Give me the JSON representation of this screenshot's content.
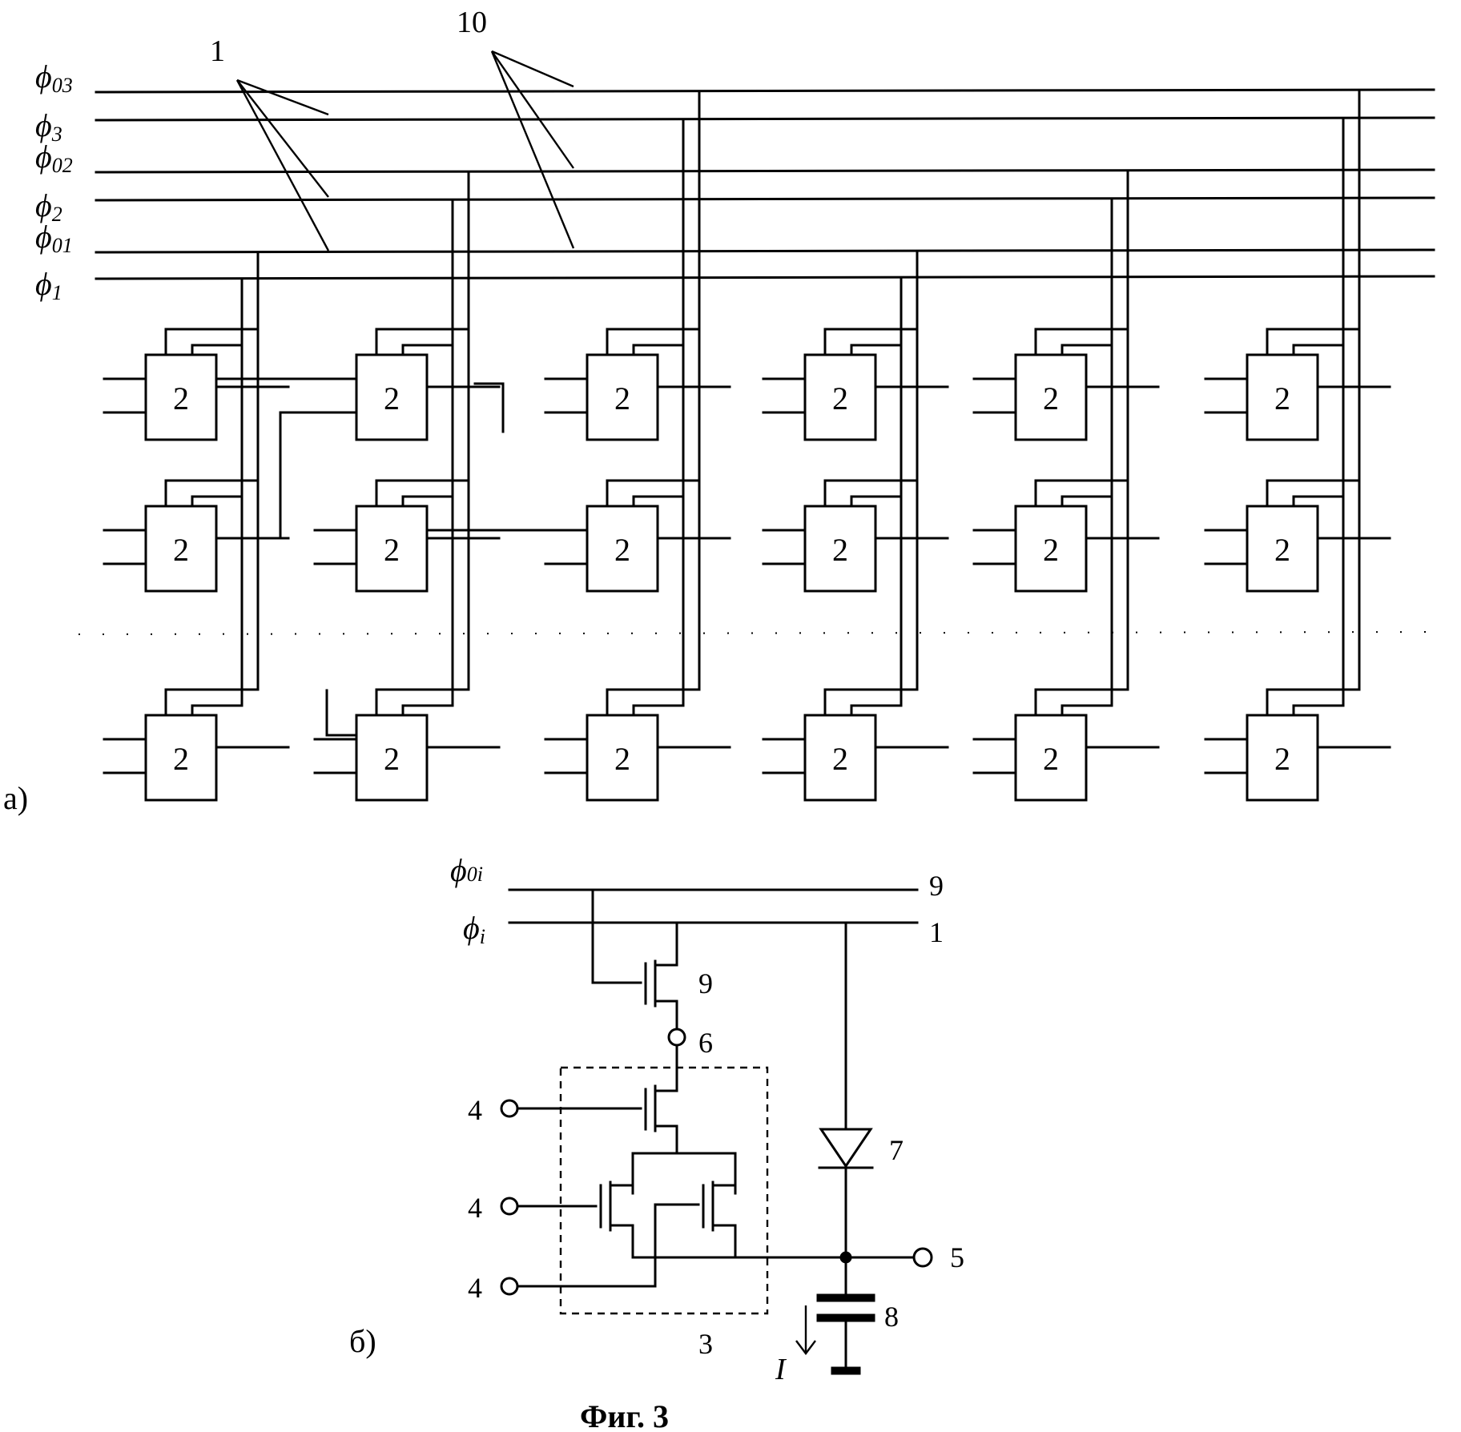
{
  "part_a": {
    "label": "а)",
    "callouts": {
      "lines": "1",
      "lines_0": "10"
    },
    "buses": [
      {
        "symbol": "ϕ",
        "sub": "03"
      },
      {
        "symbol": "ϕ",
        "sub": "3"
      },
      {
        "symbol": "ϕ",
        "sub": "02"
      },
      {
        "symbol": "ϕ",
        "sub": "2"
      },
      {
        "symbol": "ϕ",
        "sub": "01"
      },
      {
        "symbol": "ϕ",
        "sub": "1"
      }
    ],
    "block_label": "2",
    "columns": 6,
    "rows": 3
  },
  "part_b": {
    "label": "б)",
    "bus_top": {
      "symbol": "ϕ",
      "sub": "0i",
      "num": "9"
    },
    "bus_bottom": {
      "symbol": "ϕ",
      "sub": "i",
      "num": "1"
    },
    "transistor_label": "9",
    "node_label": "6",
    "input_label": "4",
    "diode_label": "7",
    "output_label": "5",
    "capacitor_label": "8",
    "group_label": "3",
    "current_label": "I"
  },
  "caption": "Фиг. 3"
}
